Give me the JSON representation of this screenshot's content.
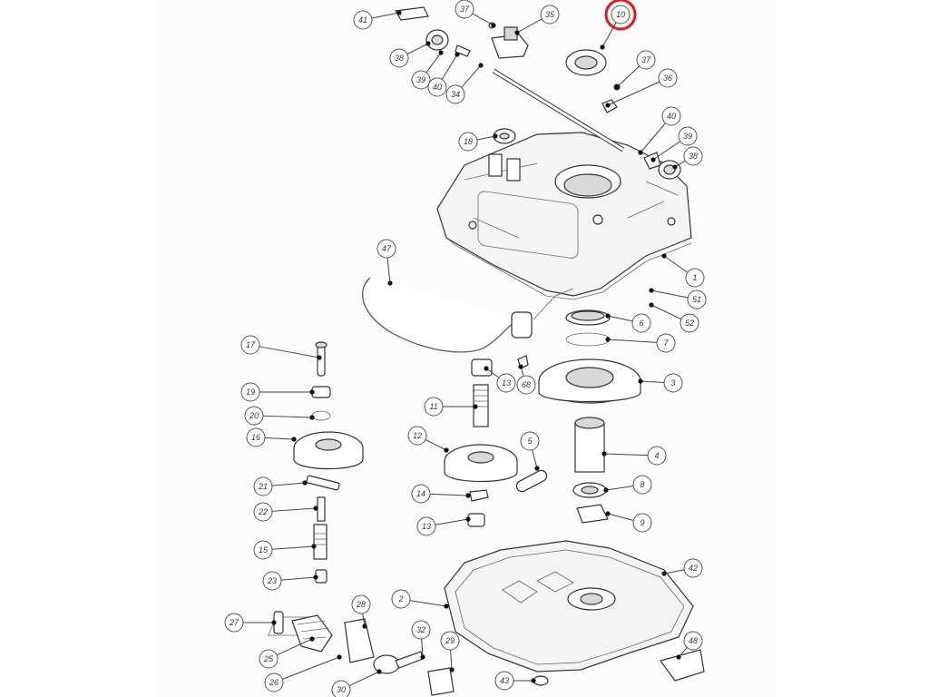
{
  "callouts": [
    {
      "label": "41"
    },
    {
      "label": "37"
    },
    {
      "label": "35"
    },
    {
      "label": "10"
    },
    {
      "label": "38"
    },
    {
      "label": "39"
    },
    {
      "label": "40"
    },
    {
      "label": "34"
    },
    {
      "label": "37"
    },
    {
      "label": "36"
    },
    {
      "label": "40"
    },
    {
      "label": "39"
    },
    {
      "label": "38"
    },
    {
      "label": "18"
    },
    {
      "label": "1"
    },
    {
      "label": "47"
    },
    {
      "label": "51"
    },
    {
      "label": "52"
    },
    {
      "label": "6"
    },
    {
      "label": "7"
    },
    {
      "label": "17"
    },
    {
      "label": "13"
    },
    {
      "label": "68"
    },
    {
      "label": "3"
    },
    {
      "label": "19"
    },
    {
      "label": "11"
    },
    {
      "label": "20"
    },
    {
      "label": "16"
    },
    {
      "label": "12"
    },
    {
      "label": "5"
    },
    {
      "label": "4"
    },
    {
      "label": "21"
    },
    {
      "label": "8"
    },
    {
      "label": "14"
    },
    {
      "label": "22"
    },
    {
      "label": "9"
    },
    {
      "label": "13"
    },
    {
      "label": "15"
    },
    {
      "label": "42"
    },
    {
      "label": "23"
    },
    {
      "label": "2"
    },
    {
      "label": "28"
    },
    {
      "label": "27"
    },
    {
      "label": "32"
    },
    {
      "label": "48"
    },
    {
      "label": "25"
    },
    {
      "label": "29"
    },
    {
      "label": "26"
    },
    {
      "label": "43"
    },
    {
      "label": "30"
    }
  ],
  "highlight": {
    "label": "10",
    "color": "#e8141c"
  }
}
